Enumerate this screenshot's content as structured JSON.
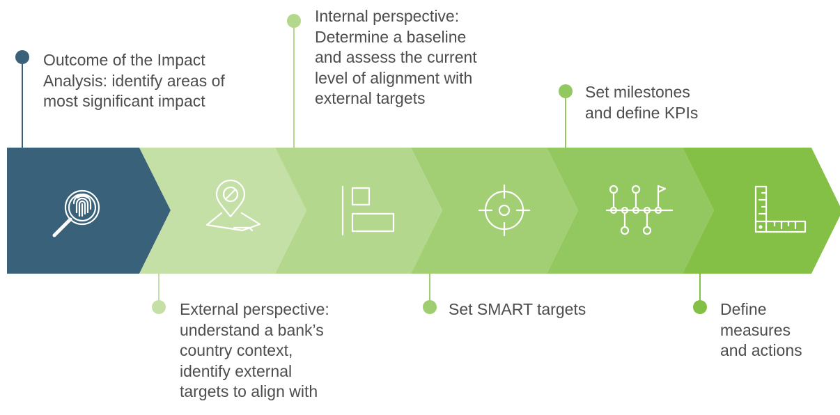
{
  "colors": {
    "text": "#4d4d4d",
    "stroke": "#ffffff"
  },
  "steps": [
    {
      "id": "impact-analysis",
      "fill": "#39627a",
      "dot": "#39627a",
      "icon": "fingerprint-magnifier-icon",
      "label": "Outcome of the Impact\nAnalysis: identify areas of\nmost significant impact"
    },
    {
      "id": "external-perspective",
      "fill": "#c5e0a7",
      "dot": "#c5e0a7",
      "icon": "map-pin-icon",
      "label": "External perspective:\nunderstand a bank’s\ncountry context,\nidentify external\ntargets to align with"
    },
    {
      "id": "internal-perspective",
      "fill": "#b3d88d",
      "dot": "#b3d88d",
      "icon": "align-left-icon",
      "label": "Internal perspective:\nDetermine a baseline\nand assess the current\nlevel of alignment with\nexternal targets"
    },
    {
      "id": "smart-targets",
      "fill": "#a2cf73",
      "dot": "#9fcd6f",
      "icon": "crosshair-target-icon",
      "label": "Set SMART targets"
    },
    {
      "id": "milestones",
      "fill": "#93c75f",
      "dot": "#93c75f",
      "icon": "milestones-timeline-icon",
      "label": "Set milestones\nand define KPIs"
    },
    {
      "id": "measures",
      "fill": "#84c045",
      "dot": "#84c045",
      "icon": "ruler-square-icon",
      "label": "Define\nmeasures\nand actions"
    }
  ]
}
